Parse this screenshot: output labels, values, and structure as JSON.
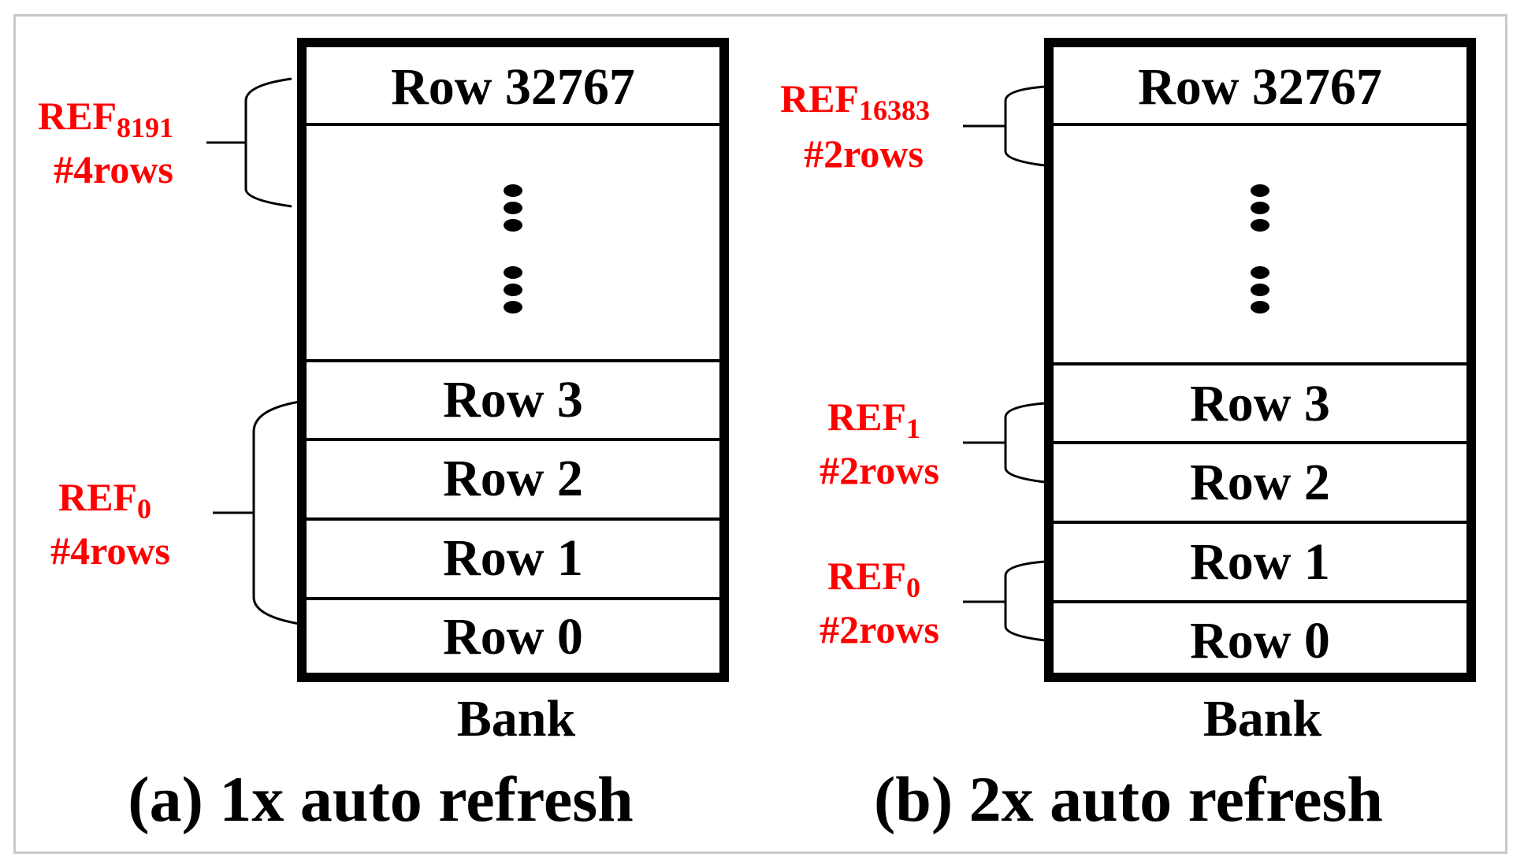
{
  "colors": {
    "annotation": "#ff0000",
    "ink": "#000000",
    "frame": "#c8c8c8"
  },
  "panel_a": {
    "caption": "(a) 1x auto refresh",
    "bank_label": "Bank",
    "rows": {
      "top": "Row 32767",
      "r3": "Row 3",
      "r2": "Row 2",
      "r1": "Row 1",
      "r0": "Row 0"
    },
    "ref_top": {
      "label": "REF",
      "subscript": "8191",
      "count": "#4rows"
    },
    "ref_bottom": {
      "label": "REF",
      "subscript": "0",
      "count": "#4rows"
    }
  },
  "panel_b": {
    "caption": "(b) 2x auto refresh",
    "bank_label": "Bank",
    "rows": {
      "top": "Row 32767",
      "r3": "Row 3",
      "r2": "Row 2",
      "r1": "Row 1",
      "r0": "Row 0"
    },
    "ref_top": {
      "label": "REF",
      "subscript": "16383",
      "count": "#2rows"
    },
    "ref_mid": {
      "label": "REF",
      "subscript": "1",
      "count": "#2rows"
    },
    "ref_bottom": {
      "label": "REF",
      "subscript": "0",
      "count": "#2rows"
    }
  }
}
